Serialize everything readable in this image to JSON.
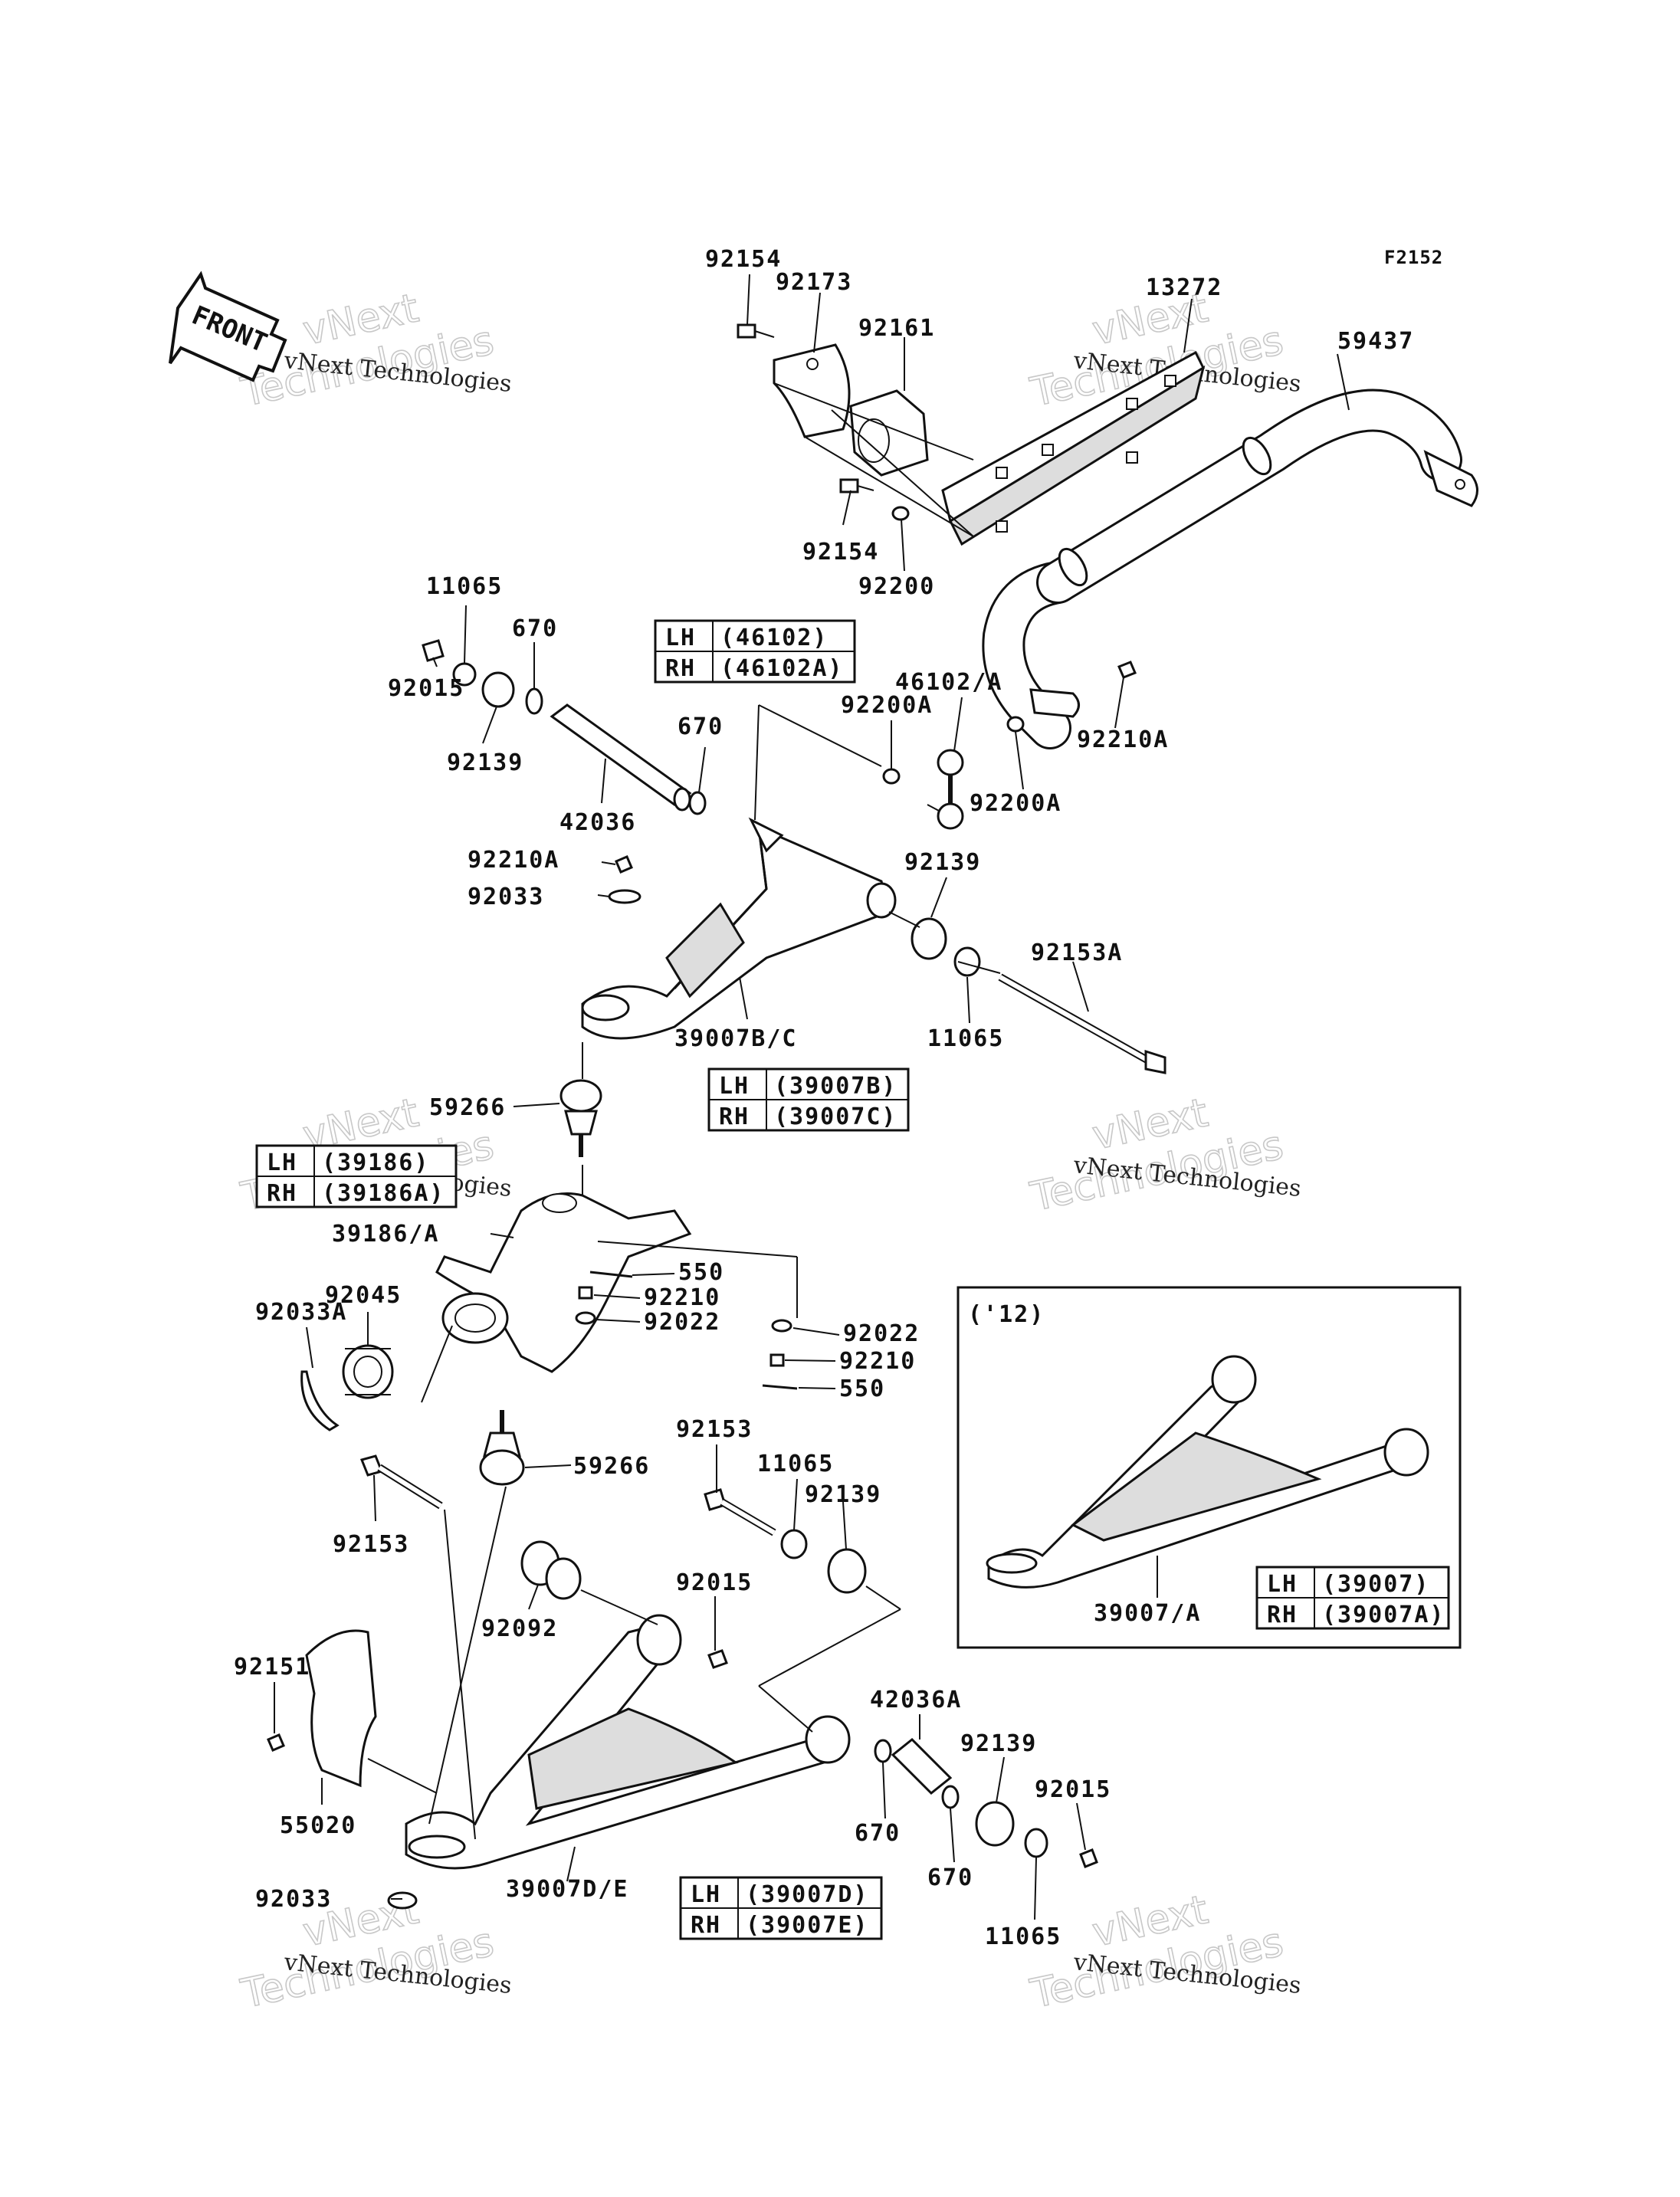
{
  "figure_code": "F2152",
  "front_arrow_text": "FRONT",
  "callouts": [
    {
      "id": "c1",
      "text": "92154"
    },
    {
      "id": "c2",
      "text": "92173"
    },
    {
      "id": "c3",
      "text": "92161"
    },
    {
      "id": "c4",
      "text": "13272"
    },
    {
      "id": "c5",
      "text": "59437"
    },
    {
      "id": "c6",
      "text": "92154"
    },
    {
      "id": "c7",
      "text": "92200"
    },
    {
      "id": "c8",
      "text": "11065"
    },
    {
      "id": "c9",
      "text": "670"
    },
    {
      "id": "c10",
      "text": "92015"
    },
    {
      "id": "c11",
      "text": "92139"
    },
    {
      "id": "c12",
      "text": "670"
    },
    {
      "id": "c13",
      "text": "42036"
    },
    {
      "id": "c14",
      "text": "46102/A"
    },
    {
      "id": "c15",
      "text": "92200A"
    },
    {
      "id": "c16",
      "text": "92200A"
    },
    {
      "id": "c17",
      "text": "92210A"
    },
    {
      "id": "c18",
      "text": "92210A"
    },
    {
      "id": "c19",
      "text": "92033"
    },
    {
      "id": "c20",
      "text": "92139"
    },
    {
      "id": "c21",
      "text": "92153A"
    },
    {
      "id": "c22",
      "text": "39007B/C"
    },
    {
      "id": "c23",
      "text": "11065"
    },
    {
      "id": "c24",
      "text": "59266"
    },
    {
      "id": "c25",
      "text": "39186/A"
    },
    {
      "id": "c26",
      "text": "550"
    },
    {
      "id": "c27",
      "text": "92210"
    },
    {
      "id": "c28",
      "text": "92022"
    },
    {
      "id": "c29",
      "text": "92045"
    },
    {
      "id": "c30",
      "text": "92033A"
    },
    {
      "id": "c31",
      "text": "92022"
    },
    {
      "id": "c32",
      "text": "92210"
    },
    {
      "id": "c33",
      "text": "550"
    },
    {
      "id": "c34",
      "text": "92153"
    },
    {
      "id": "c35",
      "text": "11065"
    },
    {
      "id": "c36",
      "text": "92139"
    },
    {
      "id": "c37",
      "text": "59266"
    },
    {
      "id": "c38",
      "text": "92153"
    },
    {
      "id": "c39",
      "text": "92092"
    },
    {
      "id": "c40",
      "text": "92015"
    },
    {
      "id": "c41",
      "text": "92151"
    },
    {
      "id": "c42",
      "text": "42036A"
    },
    {
      "id": "c43",
      "text": "92139"
    },
    {
      "id": "c44",
      "text": "92015"
    },
    {
      "id": "c45",
      "text": "55020"
    },
    {
      "id": "c46",
      "text": "670"
    },
    {
      "id": "c47",
      "text": "670"
    },
    {
      "id": "c48",
      "text": "39007D/E"
    },
    {
      "id": "c49",
      "text": "92033"
    },
    {
      "id": "c50",
      "text": "11065"
    },
    {
      "id": "c51",
      "text": "39007/A"
    }
  ],
  "tables": [
    {
      "id": "t1",
      "rows": [
        [
          "LH",
          "(46102)"
        ],
        [
          "RH",
          "(46102A)"
        ]
      ]
    },
    {
      "id": "t2",
      "rows": [
        [
          "LH",
          "(39007B)"
        ],
        [
          "RH",
          "(39007C)"
        ]
      ]
    },
    {
      "id": "t3",
      "rows": [
        [
          "LH",
          "(39186)"
        ],
        [
          "RH",
          "(39186A)"
        ]
      ]
    },
    {
      "id": "t4",
      "rows": [
        [
          "LH",
          "(39007)"
        ],
        [
          "RH",
          "(39007A)"
        ]
      ]
    },
    {
      "id": "t5",
      "rows": [
        [
          "LH",
          "(39007D)"
        ],
        [
          "RH",
          "(39007E)"
        ]
      ]
    }
  ],
  "inset_label": "('12)",
  "watermark": {
    "line1": "vNext Technologies",
    "line2a": "vNext",
    "line2b": "Technologies"
  }
}
